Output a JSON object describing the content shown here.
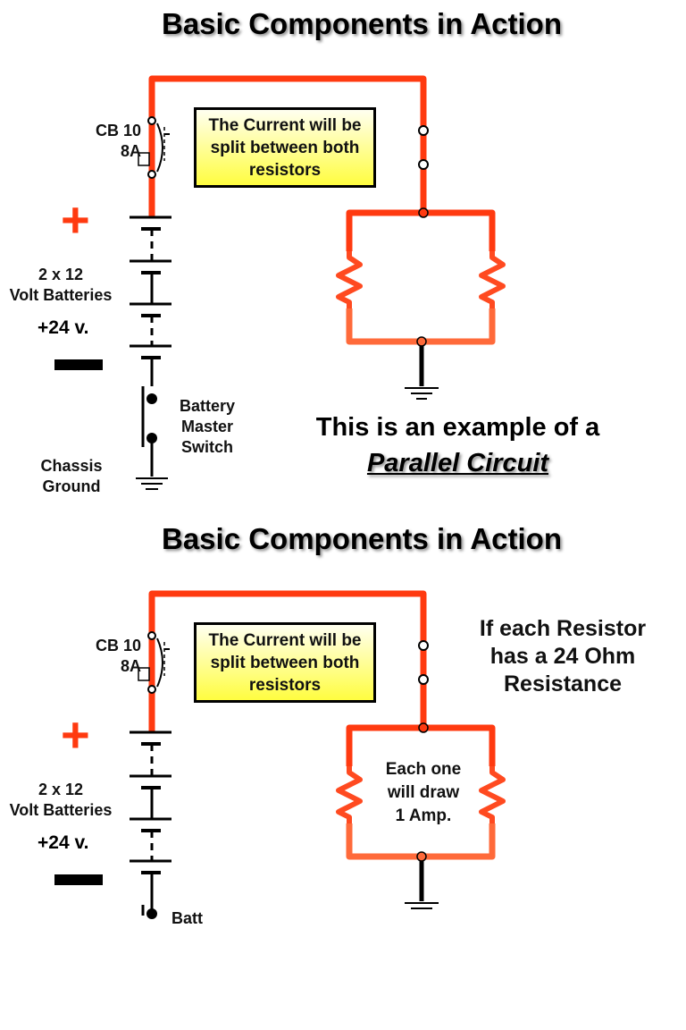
{
  "slides": [
    {
      "title": "Basic Components in Action",
      "breaker_label": "CB 10",
      "breaker_rating": "8A",
      "plus_sign": "+",
      "batteries_label_line1": "2 x 12",
      "batteries_label_line2": "Volt Batteries",
      "voltage_label": "+24 v.",
      "switch_label_line1": "Battery",
      "switch_label_line2": "Master",
      "switch_label_line3": "Switch",
      "ground_label_line1": "Chassis",
      "ground_label_line2": "Ground",
      "callout": "The Current will be split between both resistors",
      "example_line1": "This is an example of a",
      "example_line2": "Parallel Circuit"
    },
    {
      "title": "Basic Components in Action",
      "breaker_label": "CB 10",
      "breaker_rating": "8A",
      "plus_sign": "+",
      "batteries_label_line1": "2 x 12",
      "batteries_label_line2": "Volt Batteries",
      "voltage_label": "+24 v.",
      "switch_label_partial": "Batt",
      "callout": "The Current will be split between both resistors",
      "note_line1": "If each Resistor",
      "note_line2": "has a 24 Ohm",
      "note_line3": "Resistance",
      "resistor_note_line1": "Each one",
      "resistor_note_line2": "will draw",
      "resistor_note_line3": "1 Amp."
    }
  ],
  "colors": {
    "wire_hot": "#ff3a10",
    "wire_return": "#ff6a3a",
    "callout_fill": "#fffd40",
    "plus_sign": "#ff3a10"
  }
}
